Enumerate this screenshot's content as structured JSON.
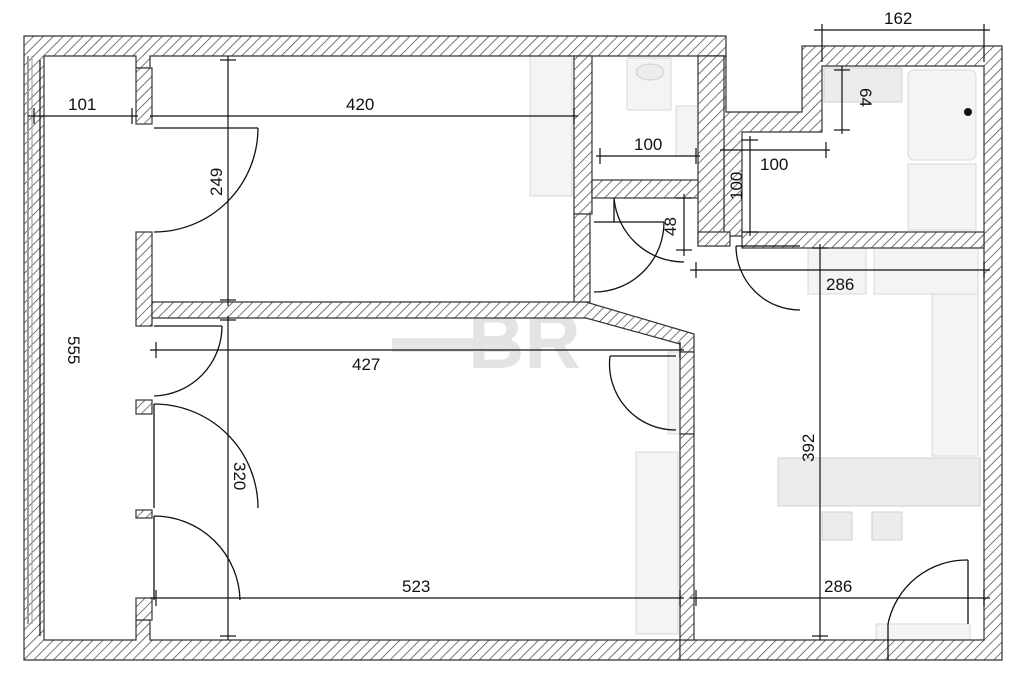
{
  "watermark": "BR",
  "dimensions": {
    "d162": "162",
    "d101": "101",
    "d420": "420",
    "d64": "64",
    "d100_wc": "100",
    "d100_hall": "100",
    "d100_vert": "100",
    "d249": "249",
    "d48": "48",
    "d286_top": "286",
    "d555": "555",
    "d427": "427",
    "d392": "392",
    "d320": "320",
    "d523": "523",
    "d286_bottom": "286"
  },
  "colors": {
    "wall_hatch": "#555555",
    "furniture": "#ececec",
    "watermark": "#e3e3e3"
  }
}
